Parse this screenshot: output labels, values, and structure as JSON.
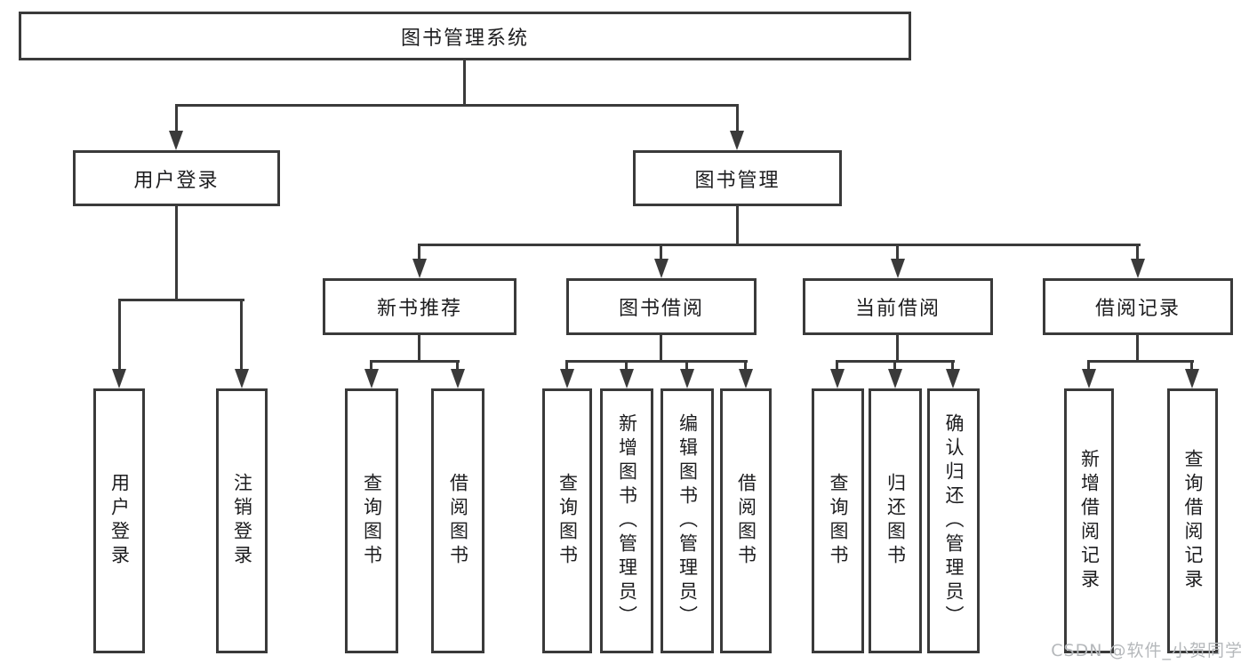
{
  "root": {
    "label": "图书管理系统",
    "children": [
      {
        "label": "用户登录",
        "children": [
          {
            "label": "用户登录"
          },
          {
            "label": "注销登录"
          }
        ]
      },
      {
        "label": "图书管理",
        "children": [
          {
            "label": "新书推荐",
            "children": [
              {
                "label": "查询图书"
              },
              {
                "label": "借阅图书"
              }
            ]
          },
          {
            "label": "图书借阅",
            "children": [
              {
                "label": "查询图书"
              },
              {
                "label": "新增图书（管理员）"
              },
              {
                "label": "编辑图书（管理员）"
              },
              {
                "label": "借阅图书"
              }
            ]
          },
          {
            "label": "当前借阅",
            "children": [
              {
                "label": "查询图书"
              },
              {
                "label": "归还图书"
              },
              {
                "label": "确认归还（管理员）"
              }
            ]
          },
          {
            "label": "借阅记录",
            "children": [
              {
                "label": "新增借阅记录"
              },
              {
                "label": "查询借阅记录"
              }
            ]
          }
        ]
      }
    ]
  },
  "watermark": {
    "text": "CSDN @软件_小贺同学"
  },
  "colors": {
    "line": "#3a3a3a",
    "box_border": "#3a3a3a",
    "text": "#1d1d1f",
    "watermark": "#b5b8bb",
    "background": "#ffffff"
  }
}
